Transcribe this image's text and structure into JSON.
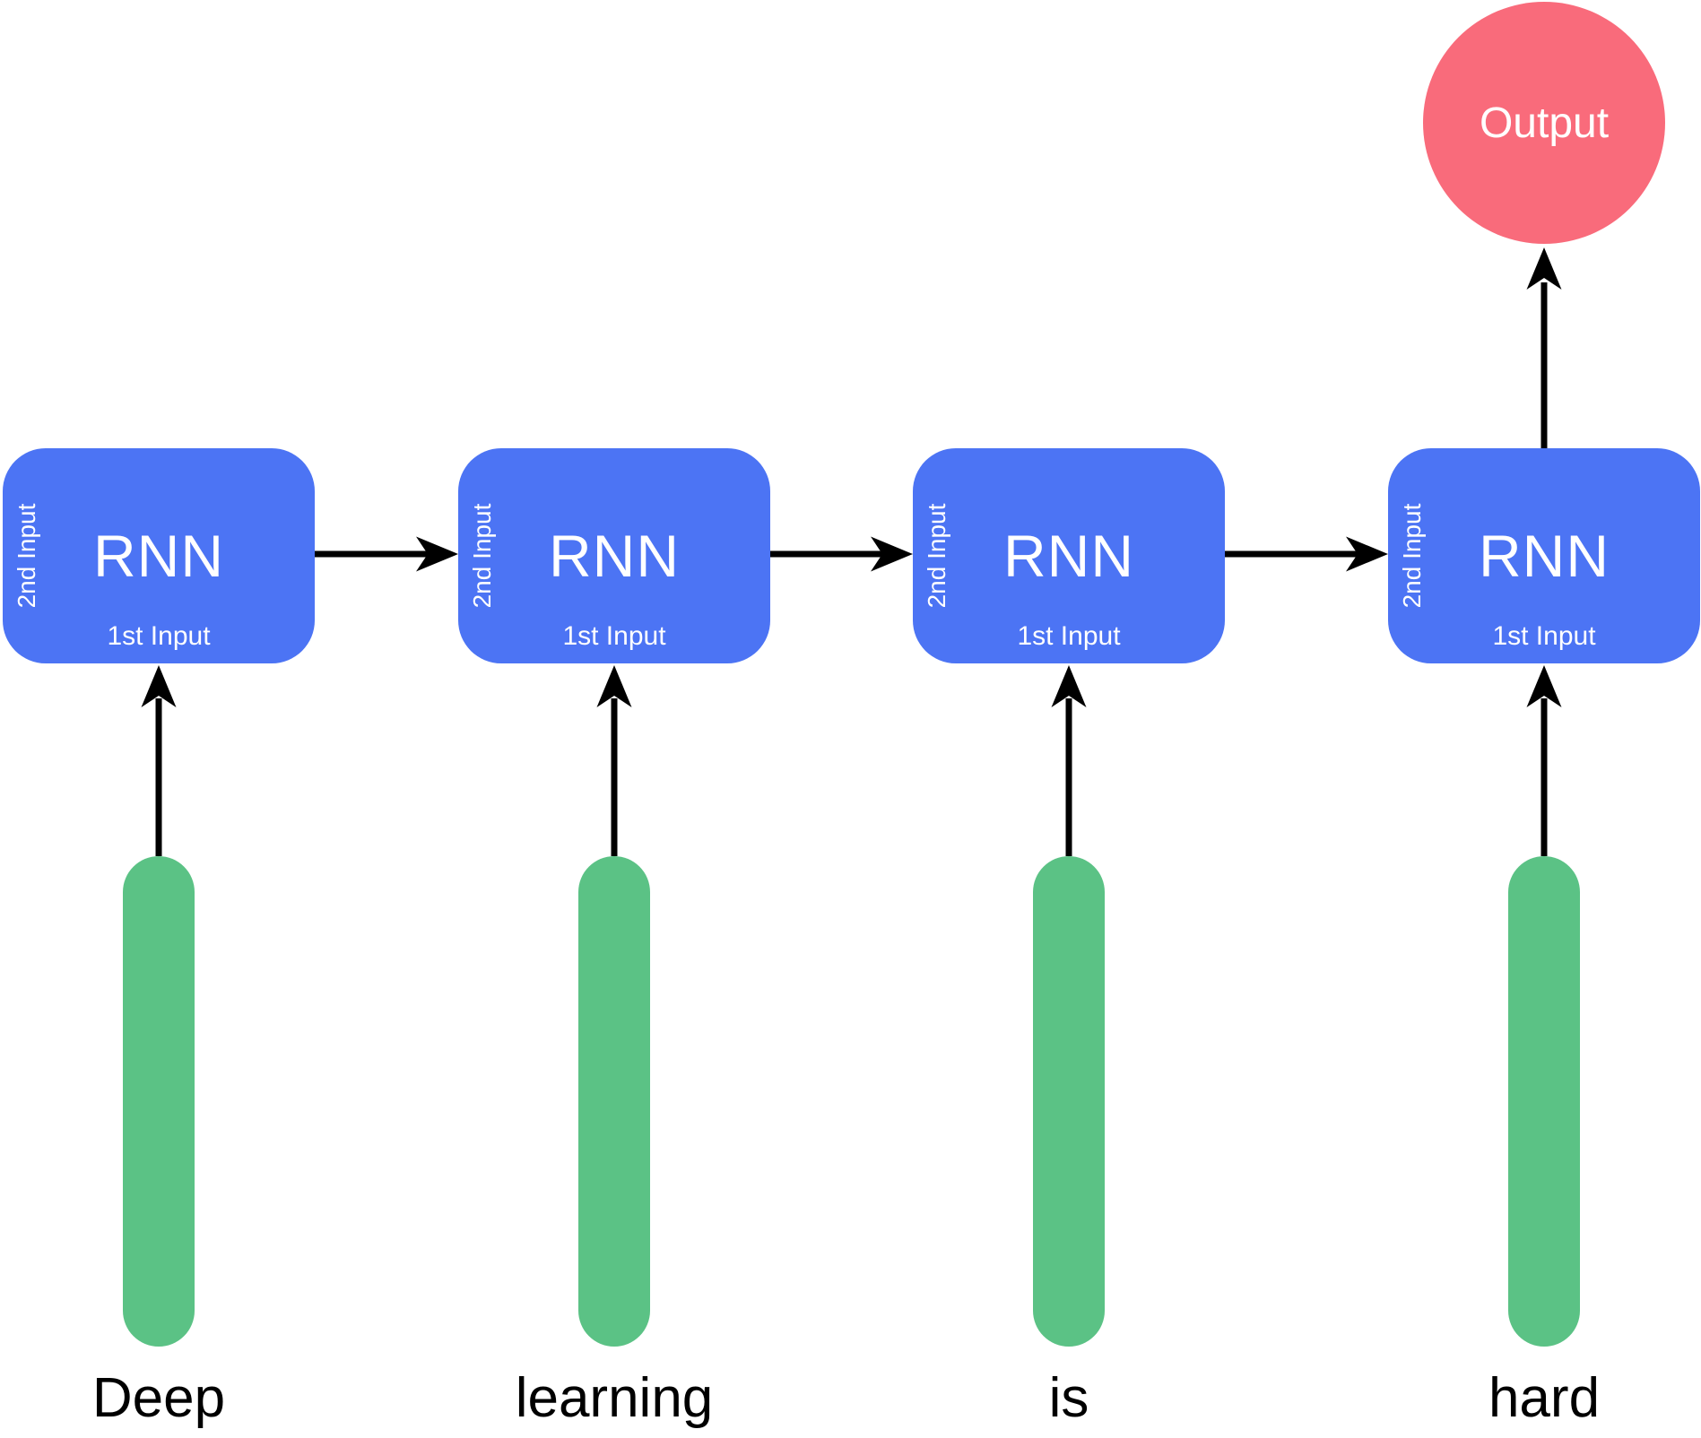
{
  "diagram": {
    "type": "rnn-unrolled-sequence",
    "nodes": [
      {
        "label": "RNN",
        "side_label": "2nd Input",
        "bottom_label": "1st Input"
      },
      {
        "label": "RNN",
        "side_label": "2nd Input",
        "bottom_label": "1st Input"
      },
      {
        "label": "RNN",
        "side_label": "2nd Input",
        "bottom_label": "1st Input"
      },
      {
        "label": "RNN",
        "side_label": "2nd Input",
        "bottom_label": "1st Input"
      }
    ],
    "words": [
      "Deep",
      "learning",
      "is",
      "hard"
    ],
    "output": {
      "label": "Output"
    },
    "colors": {
      "node_fill": "#4C74F4",
      "input_fill": "#5BC285",
      "output_fill": "#F96B7B",
      "arrow": "#000000",
      "node_text": "#FFFFFF",
      "word_text": "#000000"
    }
  }
}
